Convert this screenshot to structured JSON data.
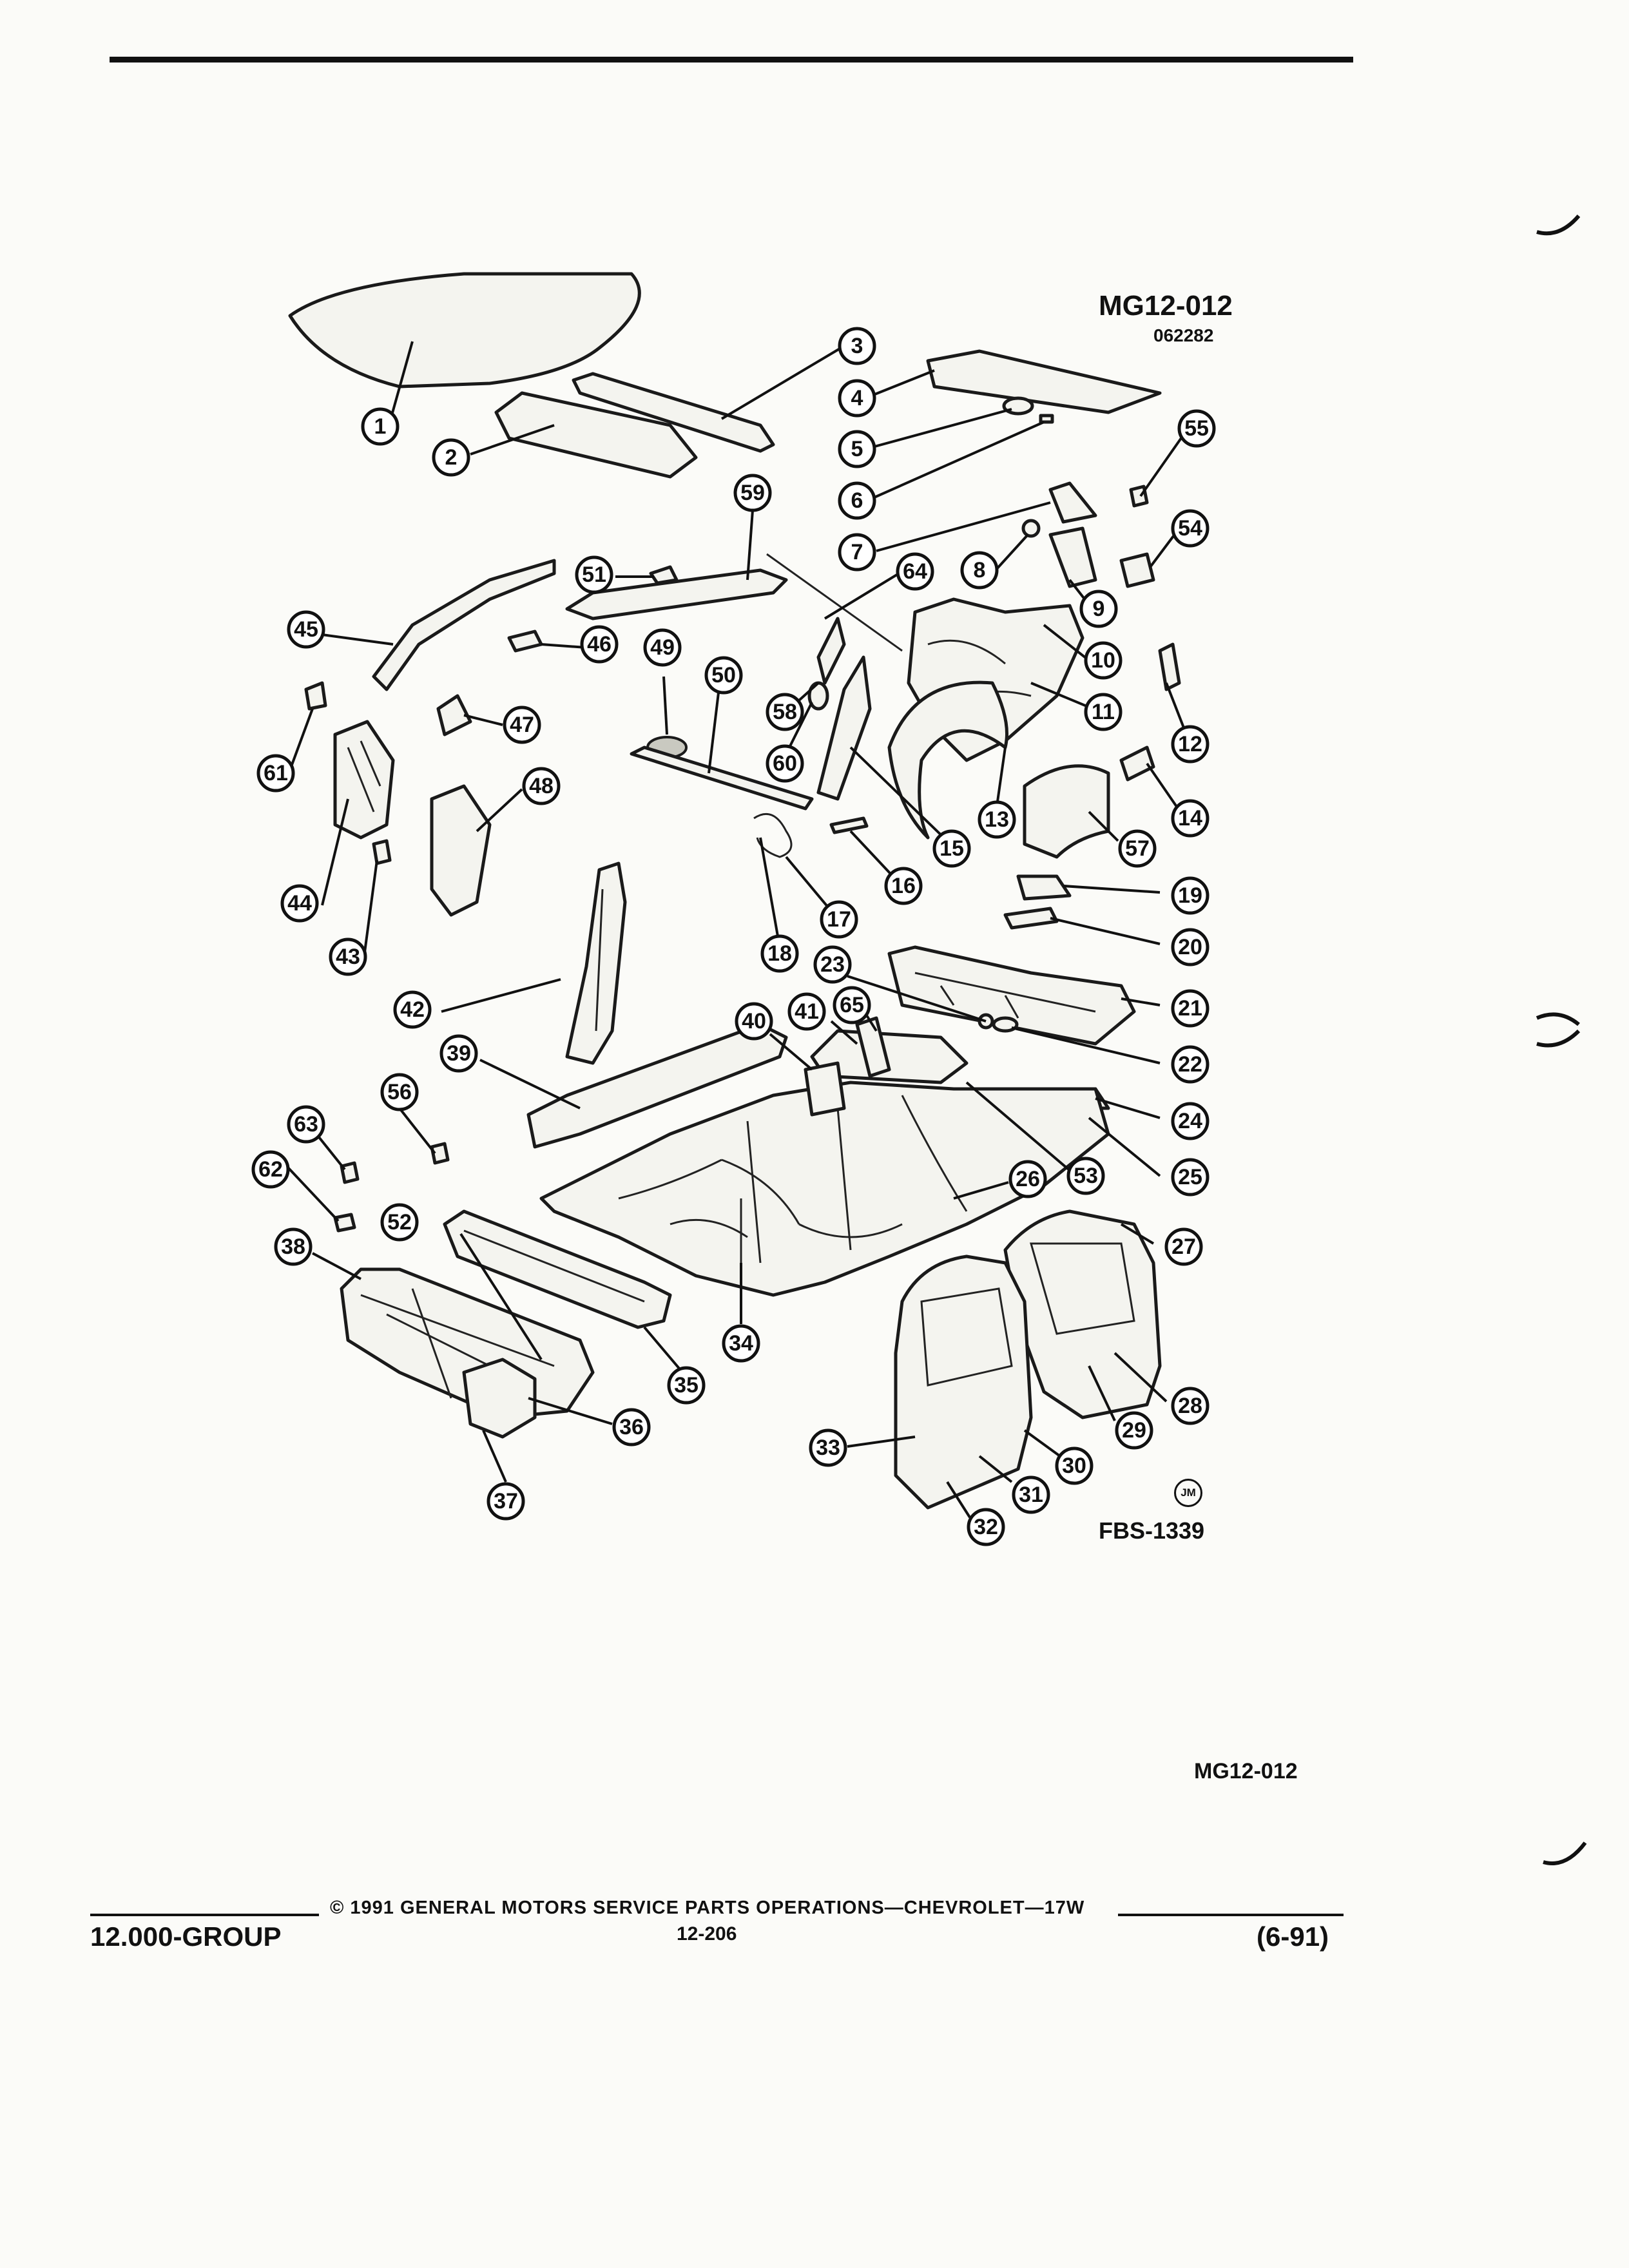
{
  "header": {
    "figure_code": "MG12-012",
    "figure_date": "062282"
  },
  "diagram": {
    "callouts": [
      "1",
      "2",
      "3",
      "4",
      "5",
      "6",
      "7",
      "8",
      "9",
      "10",
      "11",
      "12",
      "13",
      "14",
      "15",
      "16",
      "17",
      "18",
      "19",
      "20",
      "21",
      "22",
      "23",
      "24",
      "25",
      "26",
      "27",
      "28",
      "29",
      "30",
      "31",
      "32",
      "33",
      "34",
      "35",
      "36",
      "37",
      "38",
      "39",
      "40",
      "41",
      "42",
      "43",
      "44",
      "45",
      "46",
      "47",
      "48",
      "49",
      "50",
      "51",
      "52",
      "53",
      "54",
      "55",
      "56",
      "57",
      "58",
      "59",
      "60",
      "61",
      "62",
      "63",
      "64",
      "65"
    ],
    "illustrator_mark": "JM",
    "fbs_code": "FBS-1339",
    "figure_code_bottom": "MG12-012"
  },
  "footer": {
    "group_label": "12.000-GROUP",
    "copyright": "© 1991 GENERAL MOTORS SERVICE PARTS OPERATIONS—CHEVROLET—17W",
    "page_number": "12-206",
    "revision": "(6-91)"
  },
  "colors": {
    "ink": "#111111",
    "paper": "#fbfbf8"
  }
}
